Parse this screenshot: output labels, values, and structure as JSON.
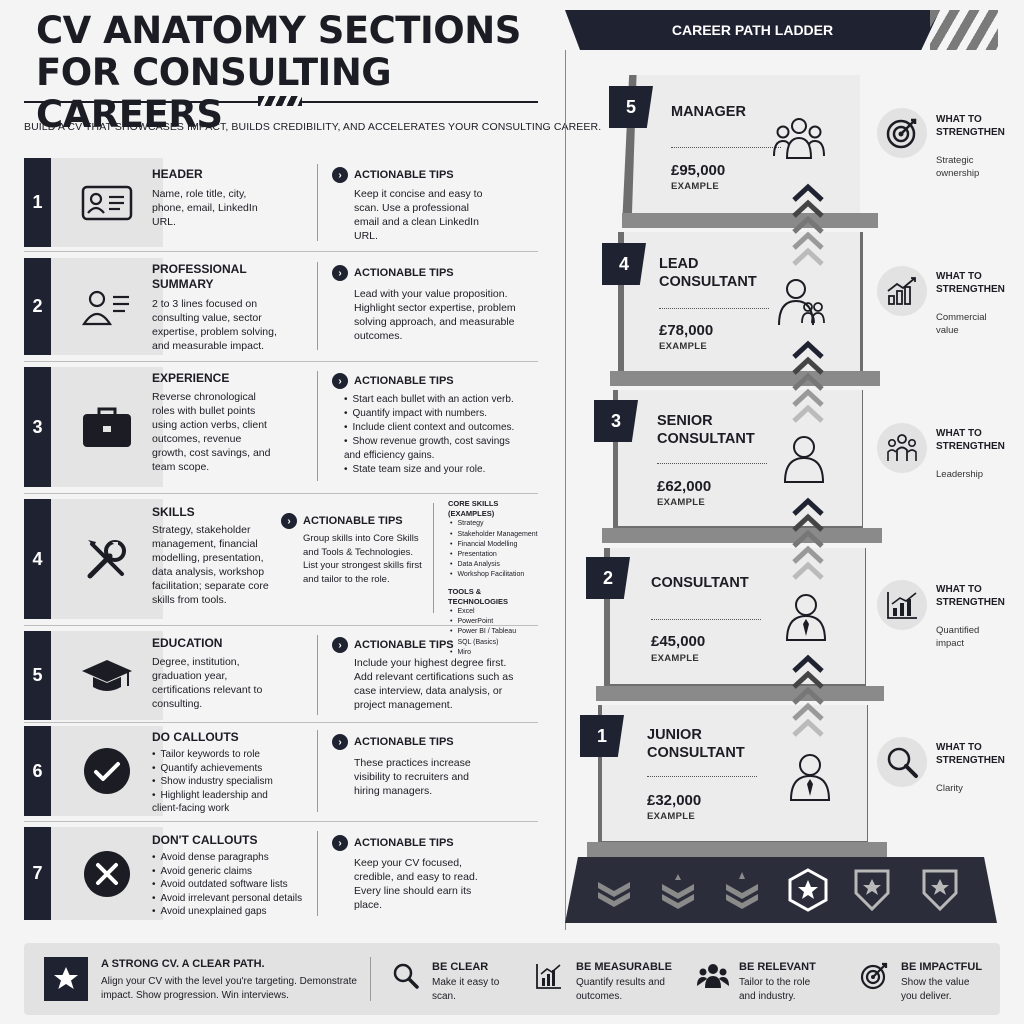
{
  "title": "CV ANATOMY SECTIONS FOR CONSULTING CAREERS",
  "subtitle": "BUILD A CV THAT SHOWCASES IMPACT, BUILDS CREDIBILITY, AND ACCELERATES YOUR CONSULTING CAREER.",
  "tips_label": "ACTIONABLE TIPS",
  "sections": [
    {
      "num": "1",
      "title": "HEADER",
      "icon": "id-card-icon",
      "body": "Name, role title, city, phone, email, LinkedIn URL.",
      "tips": "Keep it concise and easy to scan. Use a professional email and a clean LinkedIn URL."
    },
    {
      "num": "2",
      "title": "PROFESSIONAL SUMMARY",
      "icon": "profile-lines-icon",
      "body": "2 to 3 lines focused on consulting value, sector expertise, problem solving, and measurable impact.",
      "tips": "Lead with your value proposition. Highlight sector expertise, problem solving approach, and measurable outcomes."
    },
    {
      "num": "3",
      "title": "EXPERIENCE",
      "icon": "briefcase-icon",
      "body": "Reverse chronological roles with bullet points using action verbs, client outcomes, revenue growth, cost savings, and team scope.",
      "tips_list": [
        "Start each bullet with an action verb.",
        "Quantify impact with numbers.",
        "Include client context and outcomes.",
        "Show revenue growth, cost savings and efficiency gains.",
        "State team size and your role."
      ]
    },
    {
      "num": "4",
      "title": "SKILLS",
      "icon": "tools-icon",
      "body": "Strategy, stakeholder management, financial modelling, presentation, data analysis, workshop facilitation; separate core skills from tools.",
      "tips": "Group skills into Core Skills and Tools & Technologies. List your strongest skills first and tailor to the role.",
      "core_title": "CORE SKILLS (EXAMPLES)",
      "core": [
        "Strategy",
        "Stakeholder Management",
        "Financial Modelling",
        "Presentation",
        "Data Analysis",
        "Workshop Facilitation"
      ],
      "tools_title": "TOOLS & TECHNOLOGIES",
      "tools": [
        "Excel",
        "PowerPoint",
        "Power BI / Tableau",
        "SQL (Basics)",
        "Miro"
      ]
    },
    {
      "num": "5",
      "title": "EDUCATION",
      "icon": "graduation-cap-icon",
      "body": "Degree, institution, graduation year, certifications relevant to consulting.",
      "tips": "Include your highest degree first. Add relevant certifications such as case interview, data analysis, or project management."
    },
    {
      "num": "6",
      "title": "DO CALLOUTS",
      "icon": "check-circle-icon",
      "list": [
        "Tailor keywords to role",
        "Quantify achievements",
        "Show industry specialism",
        "Highlight leadership and client-facing work"
      ],
      "tips": "These practices increase visibility to recruiters and hiring managers."
    },
    {
      "num": "7",
      "title": "DON'T CALLOUTS",
      "icon": "x-circle-icon",
      "list": [
        "Avoid dense paragraphs",
        "Avoid generic claims",
        "Avoid outdated software lists",
        "Avoid irrelevant personal details",
        "Avoid unexplained gaps"
      ],
      "tips": "Keep your CV focused, credible, and easy to read. Every line should earn its place."
    }
  ],
  "ladder": {
    "title": "CAREER PATH LADDER",
    "example_label": "EXAMPLE",
    "strengthen_label": "WHAT TO STRENGTHEN",
    "steps": [
      {
        "num": "5",
        "title": "MANAGER",
        "salary": "£95,000",
        "strengthen": "Strategic ownership",
        "icon": "target-icon"
      },
      {
        "num": "4",
        "title": "LEAD CONSULTANT",
        "salary": "£78,000",
        "strengthen": "Commercial value",
        "icon": "growth-chart-icon"
      },
      {
        "num": "3",
        "title": "SENIOR CONSULTANT",
        "salary": "£62,000",
        "strengthen": "Leadership",
        "icon": "team-icon"
      },
      {
        "num": "2",
        "title": "CONSULTANT",
        "salary": "£45,000",
        "strengthen": "Quantified impact",
        "icon": "bar-chart-icon"
      },
      {
        "num": "1",
        "title": "JUNIOR CONSULTANT",
        "salary": "£32,000",
        "strengthen": "Clarity",
        "icon": "magnifier-icon"
      }
    ]
  },
  "footer": {
    "title": "A STRONG CV. A CLEAR PATH.",
    "body": "Align your CV with the level you're targeting. Demonstrate impact. Show progression. Win interviews.",
    "items": [
      {
        "title": "BE CLEAR",
        "body": "Make it easy to scan.",
        "icon": "magnifier-icon"
      },
      {
        "title": "BE MEASURABLE",
        "body": "Quantify results and outcomes.",
        "icon": "bar-chart-icon"
      },
      {
        "title": "BE RELEVANT",
        "body": "Tailor to the role and industry.",
        "icon": "team-icon"
      },
      {
        "title": "BE IMPACTFUL",
        "body": "Show the value you deliver.",
        "icon": "target-icon"
      }
    ]
  },
  "colors": {
    "navy": "#1f2231",
    "step_face": "#ececec",
    "step_back": "#6e6e6e",
    "panel": "#e4e4e4",
    "page": "#f4f4f4"
  }
}
